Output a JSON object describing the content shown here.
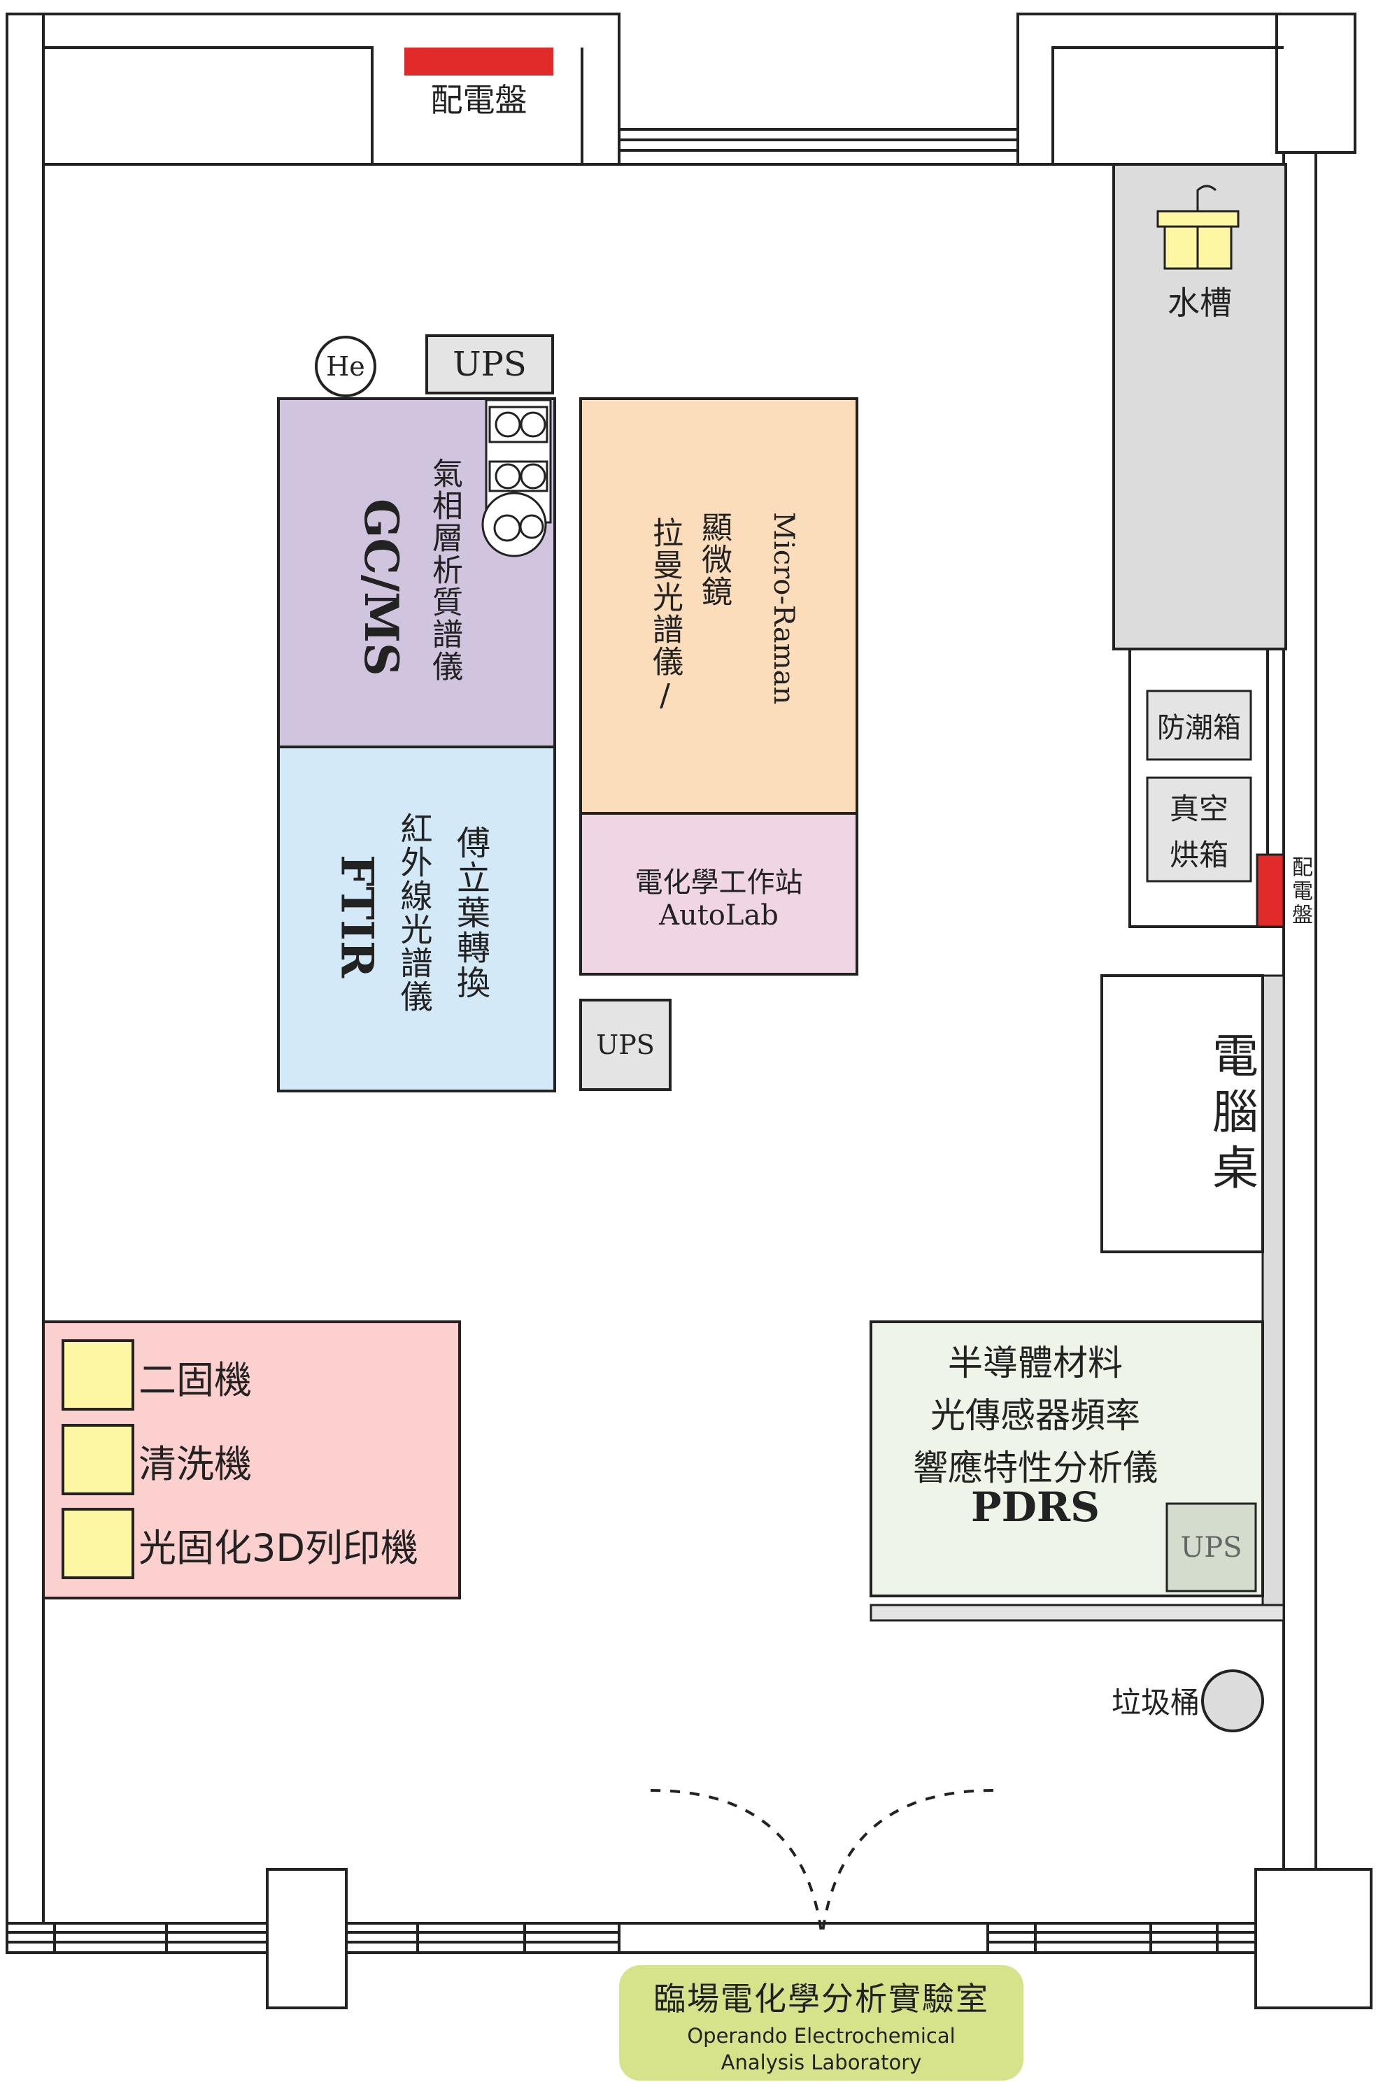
{
  "room": {
    "title_zh": "臨場電化學分析實驗室",
    "title_en_line1": "Operando Electrochemical",
    "title_en_line2": "Analysis Laboratory"
  },
  "colors": {
    "wall": "#222222",
    "gcms": "#d1c4de",
    "raman": "#fbdcbb",
    "ftir": "#d4e9f7",
    "autolab": "#f0d5e5",
    "sink_bench": "#dcdcdc",
    "printers_area": "#fdd0d0",
    "printer_box": "#fdf6a3",
    "pdrs_area": "#eef4e8",
    "panel_red": "#e02a2a",
    "title_badge": "#d6e38a"
  },
  "top_panel": {
    "label": "配電盤"
  },
  "sink": {
    "label": "水槽"
  },
  "he_cylinder": {
    "label": "He"
  },
  "ups_top": {
    "label": "UPS"
  },
  "gcms": {
    "name_zh": "氣相層析質譜儀",
    "name_en": "GC/MS"
  },
  "raman": {
    "name_zh_line1": "拉曼光譜儀/",
    "name_zh_line2": "顯微鏡",
    "name_en": "Micro-Raman"
  },
  "ftir": {
    "name_zh_line1": "傅立葉轉換",
    "name_zh_line2": "紅外線光譜儀",
    "name_en": "FTIR"
  },
  "autolab": {
    "name_zh": "電化學工作站",
    "name_en": "AutoLab"
  },
  "ups_mid": {
    "label": "UPS"
  },
  "desiccator": {
    "label": "防潮箱"
  },
  "vacuum_oven": {
    "label_line1": "真空",
    "label_line2": "烘箱"
  },
  "side_panel": {
    "label": "配電盤"
  },
  "computer_desk": {
    "label": "電腦桌"
  },
  "printers": {
    "items": [
      "二固機",
      "清洗機",
      "光固化3D列印機"
    ]
  },
  "pdrs": {
    "line1": "半導體材料",
    "line2": "光傳感器頻率",
    "line3": "響應特性分析儀",
    "name_en": "PDRS",
    "ups": "UPS"
  },
  "trash": {
    "label": "垃圾桶"
  }
}
